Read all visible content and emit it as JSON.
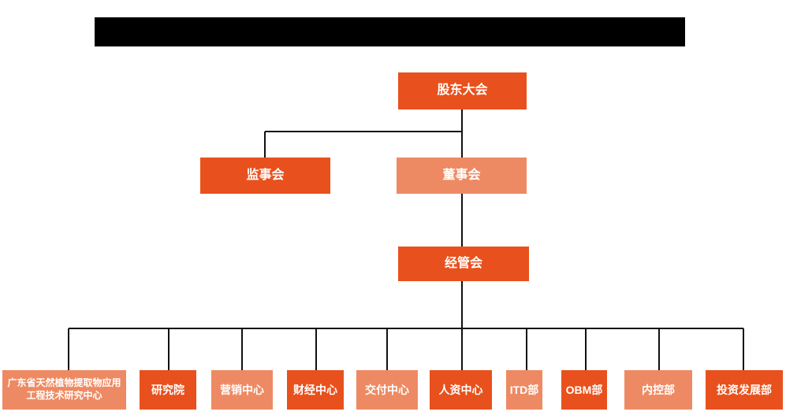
{
  "colors": {
    "primary": "#E8511D",
    "secondary": "#EE8A63",
    "line": "#111111",
    "redacted_bar": "#000000"
  },
  "org_chart": {
    "root": {
      "label": "股东大会",
      "variant": "dark"
    },
    "level2": [
      {
        "label": "监事会",
        "variant": "dark"
      },
      {
        "label": "董事会",
        "variant": "light"
      }
    ],
    "level3": {
      "label": "经管会",
      "variant": "dark"
    },
    "departments": [
      {
        "label": "广东省天然植物提取物应用工程技术研究中心",
        "variant": "light"
      },
      {
        "label": "研究院",
        "variant": "dark"
      },
      {
        "label": "营销中心",
        "variant": "light"
      },
      {
        "label": "财经中心",
        "variant": "dark"
      },
      {
        "label": "交付中心",
        "variant": "light"
      },
      {
        "label": "人资中心",
        "variant": "dark"
      },
      {
        "label": "ITD部",
        "variant": "light"
      },
      {
        "label": "OBM部",
        "variant": "dark"
      },
      {
        "label": "内控部",
        "variant": "light"
      },
      {
        "label": "投资发展部",
        "variant": "dark"
      }
    ]
  }
}
